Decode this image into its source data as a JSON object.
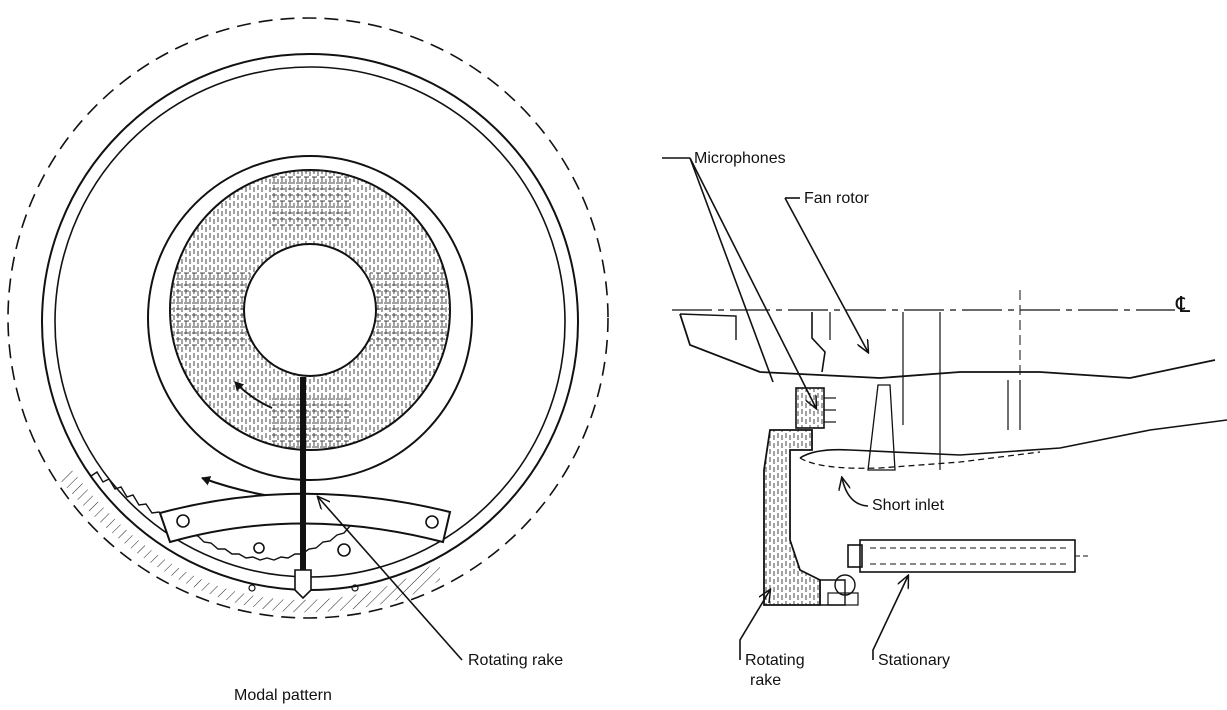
{
  "labels": {
    "microphones": "Microphones",
    "fan_rotor": "Fan rotor",
    "centerline": "℄",
    "short_inlet": "Short inlet",
    "rotating_rake_left": "Rotating rake",
    "rotating_rake_right_1": "Rotating",
    "rotating_rake_right_2": "rake",
    "stationary": "Stationary",
    "modal_pattern": "Modal pattern"
  }
}
